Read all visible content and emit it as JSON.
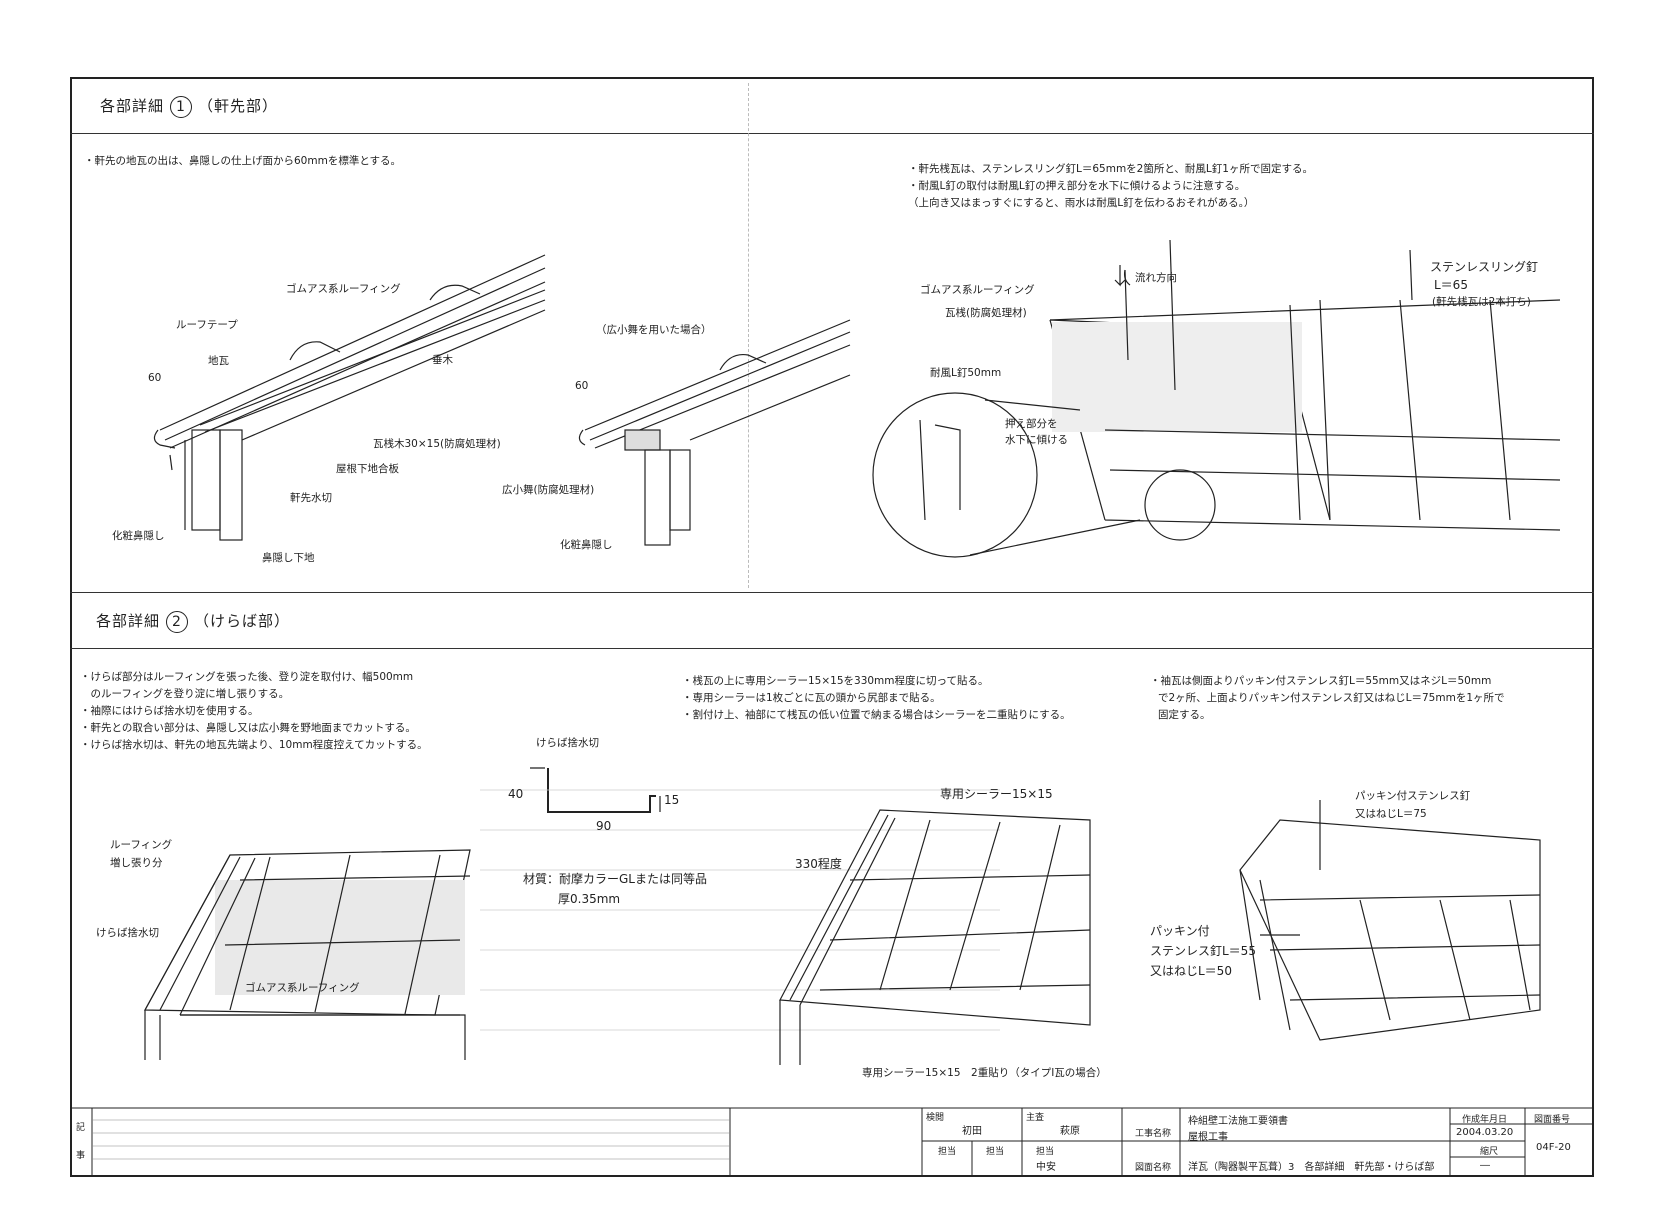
{
  "section1": {
    "title": "各部詳細",
    "number": "1",
    "subtitle": "（軒先部）",
    "note": "・軒先の地瓦の出は、鼻隠しの仕上げ面から60mmを標準とする。",
    "note_right": [
      "・軒先桟瓦は、ステンレスリング釘L＝65mmを2箇所と、耐風L釘1ヶ所で固定する。",
      "・耐風L釘の取付は耐風L釘の押え部分を水下に傾けるように注意する。",
      "（上向き又はまっすぐにすると、雨水は耐風L釘を伝わるおそれがある。）"
    ],
    "labels": {
      "rubber_roofing": "ゴムアス系ルーフィング",
      "roof_tape": "ルーフテープ",
      "jigawara": "地瓦",
      "dim60": "60",
      "taruki": "垂木",
      "batten": "瓦桟木30×15(防腐処理材)",
      "roof_board": "屋根下地合板",
      "eave_flashing": "軒先水切",
      "fascia": "化粧鼻隠し",
      "fascia_base": "鼻隠し下地",
      "wide_case": "（広小舞を用いた場合）",
      "dim60b": "60",
      "hirokomai": "広小舞(防腐処理材)",
      "fascia2": "化粧鼻隠し",
      "stainless_nail": "ステンレスリング釘",
      "nail_length": "L＝65",
      "nail_note": "(軒先桟瓦は2本打ち)",
      "flow": "流れ方向",
      "rubber_roofing2": "ゴムアス系ルーフィング",
      "kawara_batten": "瓦桟(防腐処理材)",
      "wind_nail": "耐風L釘50mm",
      "press_part": "押え部分を",
      "tilt_down": "水下に傾ける"
    }
  },
  "section2": {
    "title": "各部詳細",
    "number": "2",
    "subtitle": "（けらば部）",
    "notes_left": [
      "・けらば部分はルーフィングを張った後、登り淀を取付け、幅500mm",
      "　のルーフィングを登り淀に増し張りする。",
      "・袖際にはけらば捨水切を使用する。",
      "・軒先との取合い部分は、鼻隠し又は広小舞を野地面までカットする。",
      "・けらば捨水切は、軒先の地瓦先端より、10mm程度控えてカットする。"
    ],
    "notes_mid": [
      "・桟瓦の上に専用シーラー15×15を330mm程度に切って貼る。",
      "・専用シーラーは1枚ごとに瓦の頭から尻部まで貼る。",
      "・割付け上、袖部にて桟瓦の低い位置で納まる場合はシーラーを二重貼りにする。"
    ],
    "notes_right": [
      "・袖瓦は側面よりパッキン付ステンレス釘L＝55mm又はネジL＝50mm",
      "で2ヶ所、上面よりパッキン付ステンレス釘又はねじL＝75mmを1ヶ所で",
      "固定する。"
    ],
    "labels": {
      "verge_flashing": "けらば捨水切",
      "dim40": "40",
      "dim15": "15",
      "dim90": "90",
      "material": "材質：耐摩カラーGLまたは同等品",
      "thickness": "厚0.35mm",
      "roofing_extra1": "ルーフィング",
      "roofing_extra2": "増し張り分",
      "verge_flashing2": "けらば捨水切",
      "rubber_roofing": "ゴムアス系ルーフィング",
      "sealer": "専用シーラー15×15",
      "len330": "330程度",
      "sealer_double": "専用シーラー15×15　2重貼り（タイプⅠ瓦の場合）",
      "packing_nail1": "パッキン付ステンレス釘",
      "packing_nail2": "又はねじL＝75",
      "packing3": "パッキン付",
      "packing4": "ステンレス釘L＝55",
      "packing5": "又はねじL＝50"
    }
  },
  "titleblock": {
    "kiji": "記",
    "kiji2": "事",
    "kenin": "検閲",
    "kenin_name": "初田",
    "shusa": "主査",
    "shusa_name": "萩原",
    "tanto1": "担当",
    "tanto2": "担当",
    "tanto3": "担当",
    "tanto3_name": "中安",
    "koji_label": "工事名称",
    "koji_name": "枠組壁工法施工要領書",
    "koji_sub": "屋根工事",
    "zumen_label": "図面名称",
    "zumen_name": "洋瓦（陶器製平瓦葺）3　各部詳細　軒先部・けらば部",
    "date_label": "作成年月日",
    "date": "2004.03.20",
    "scale_label": "縮尺",
    "scale": "―",
    "dwg_no_label": "図面番号",
    "dwg_no": "04F-20"
  }
}
